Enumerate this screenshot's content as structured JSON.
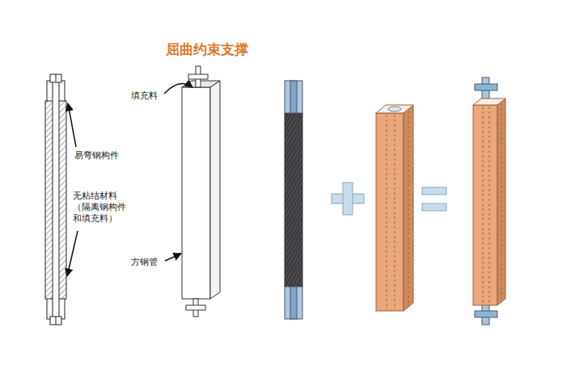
{
  "diagram": {
    "title": "屈曲约束支撑",
    "labels": [
      "易弯钢构件",
      "无粘结材料 （隔离钢构件 和填充料）",
      "填充料",
      "方钢管"
    ]
  }
}
